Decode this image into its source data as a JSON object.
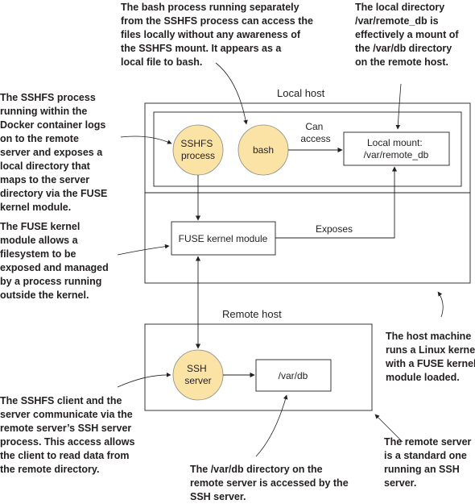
{
  "regions": {
    "local_host": "Local host",
    "remote_host": "Remote host"
  },
  "components": {
    "sshfs_process": [
      "SSHFS",
      "process"
    ],
    "bash": "bash",
    "local_mount": [
      "Local mount:",
      "/var/remote_db"
    ],
    "fuse_module": "FUSE kernel module",
    "ssh_server": [
      "SSH",
      "server"
    ],
    "var_db": "/var/db"
  },
  "edges": {
    "can_access": [
      "Can",
      "access"
    ],
    "exposes": "Exposes"
  },
  "notes": {
    "bash_note": [
      "The bash process running separately",
      "from the SSHFS process can access the",
      "files locally without any awareness of",
      "the SSHFS mount. It appears as a",
      "local file to bash."
    ],
    "local_dir_note": [
      "The local directory",
      "/var/remote_db is",
      "effectively a mount of",
      "the /var/db directory",
      "on the remote host."
    ],
    "sshfs_note": [
      "The SSHFS process",
      "running within the",
      "Docker container logs",
      "on to the remote",
      "server and exposes a",
      "local directory that",
      "maps to the server",
      "directory via the FUSE",
      "kernel module."
    ],
    "fuse_note": [
      "The FUSE kernel",
      "module allows a",
      "filesystem to be",
      "exposed and managed",
      "by a process running",
      "outside the kernel."
    ],
    "host_note": [
      "The host machine",
      "runs a Linux kernel",
      "with a FUSE kernel",
      "module loaded."
    ],
    "client_note": [
      "The SSHFS client and the",
      "server communicate via the",
      "remote server’s SSH server",
      "process. This access allows",
      "the client to read data from",
      "the remote directory."
    ],
    "remote_note": [
      "The remote server",
      "is a standard one",
      "running an SSH",
      "server."
    ],
    "vardb_note": [
      "The /var/db directory on the",
      "remote server is accessed by the",
      "SSH server."
    ]
  }
}
